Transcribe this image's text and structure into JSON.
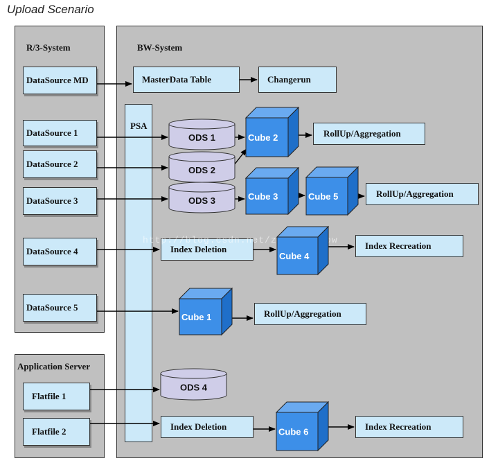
{
  "title": "Upload Scenario",
  "panels": {
    "r3": "R/3-System",
    "bw": "BW-System",
    "app": "Application Server"
  },
  "psa": "PSA",
  "sources": {
    "ds_md": "DataSource MD",
    "ds1": "DataSource 1",
    "ds2": "DataSource 2",
    "ds3": "DataSource 3",
    "ds4": "DataSource 4",
    "ds5": "DataSource 5",
    "ff1": "Flatfile 1",
    "ff2": "Flatfile 2"
  },
  "boxes": {
    "masterdata": "MasterData Table",
    "changerun": "Changerun",
    "rollup1": "RollUp/Aggregation",
    "rollup2": "RollUp/Aggregation",
    "rollup3": "RollUp/Aggregation",
    "idxdel1": "Index Deletion",
    "idxrec1": "Index Recreation",
    "idxdel2": "Index Deletion",
    "idxrec2": "Index Recreation"
  },
  "ods": [
    "ODS 1",
    "ODS 2",
    "ODS 3",
    "ODS 4"
  ],
  "cubes": [
    "Cube 1",
    "Cube 2",
    "Cube 3",
    "Cube 4",
    "Cube 5",
    "Cube 6"
  ],
  "watermark": "http://blog.csdn.net/zzj_rainbow",
  "colors": {
    "panel": "#c0c0c0",
    "box": "#cce9f9",
    "cube_front": "#3d8fe8",
    "cube_side": "#1f6fc9",
    "cube_top": "#6aaaf0",
    "ods_fill": "#cfcde8"
  }
}
